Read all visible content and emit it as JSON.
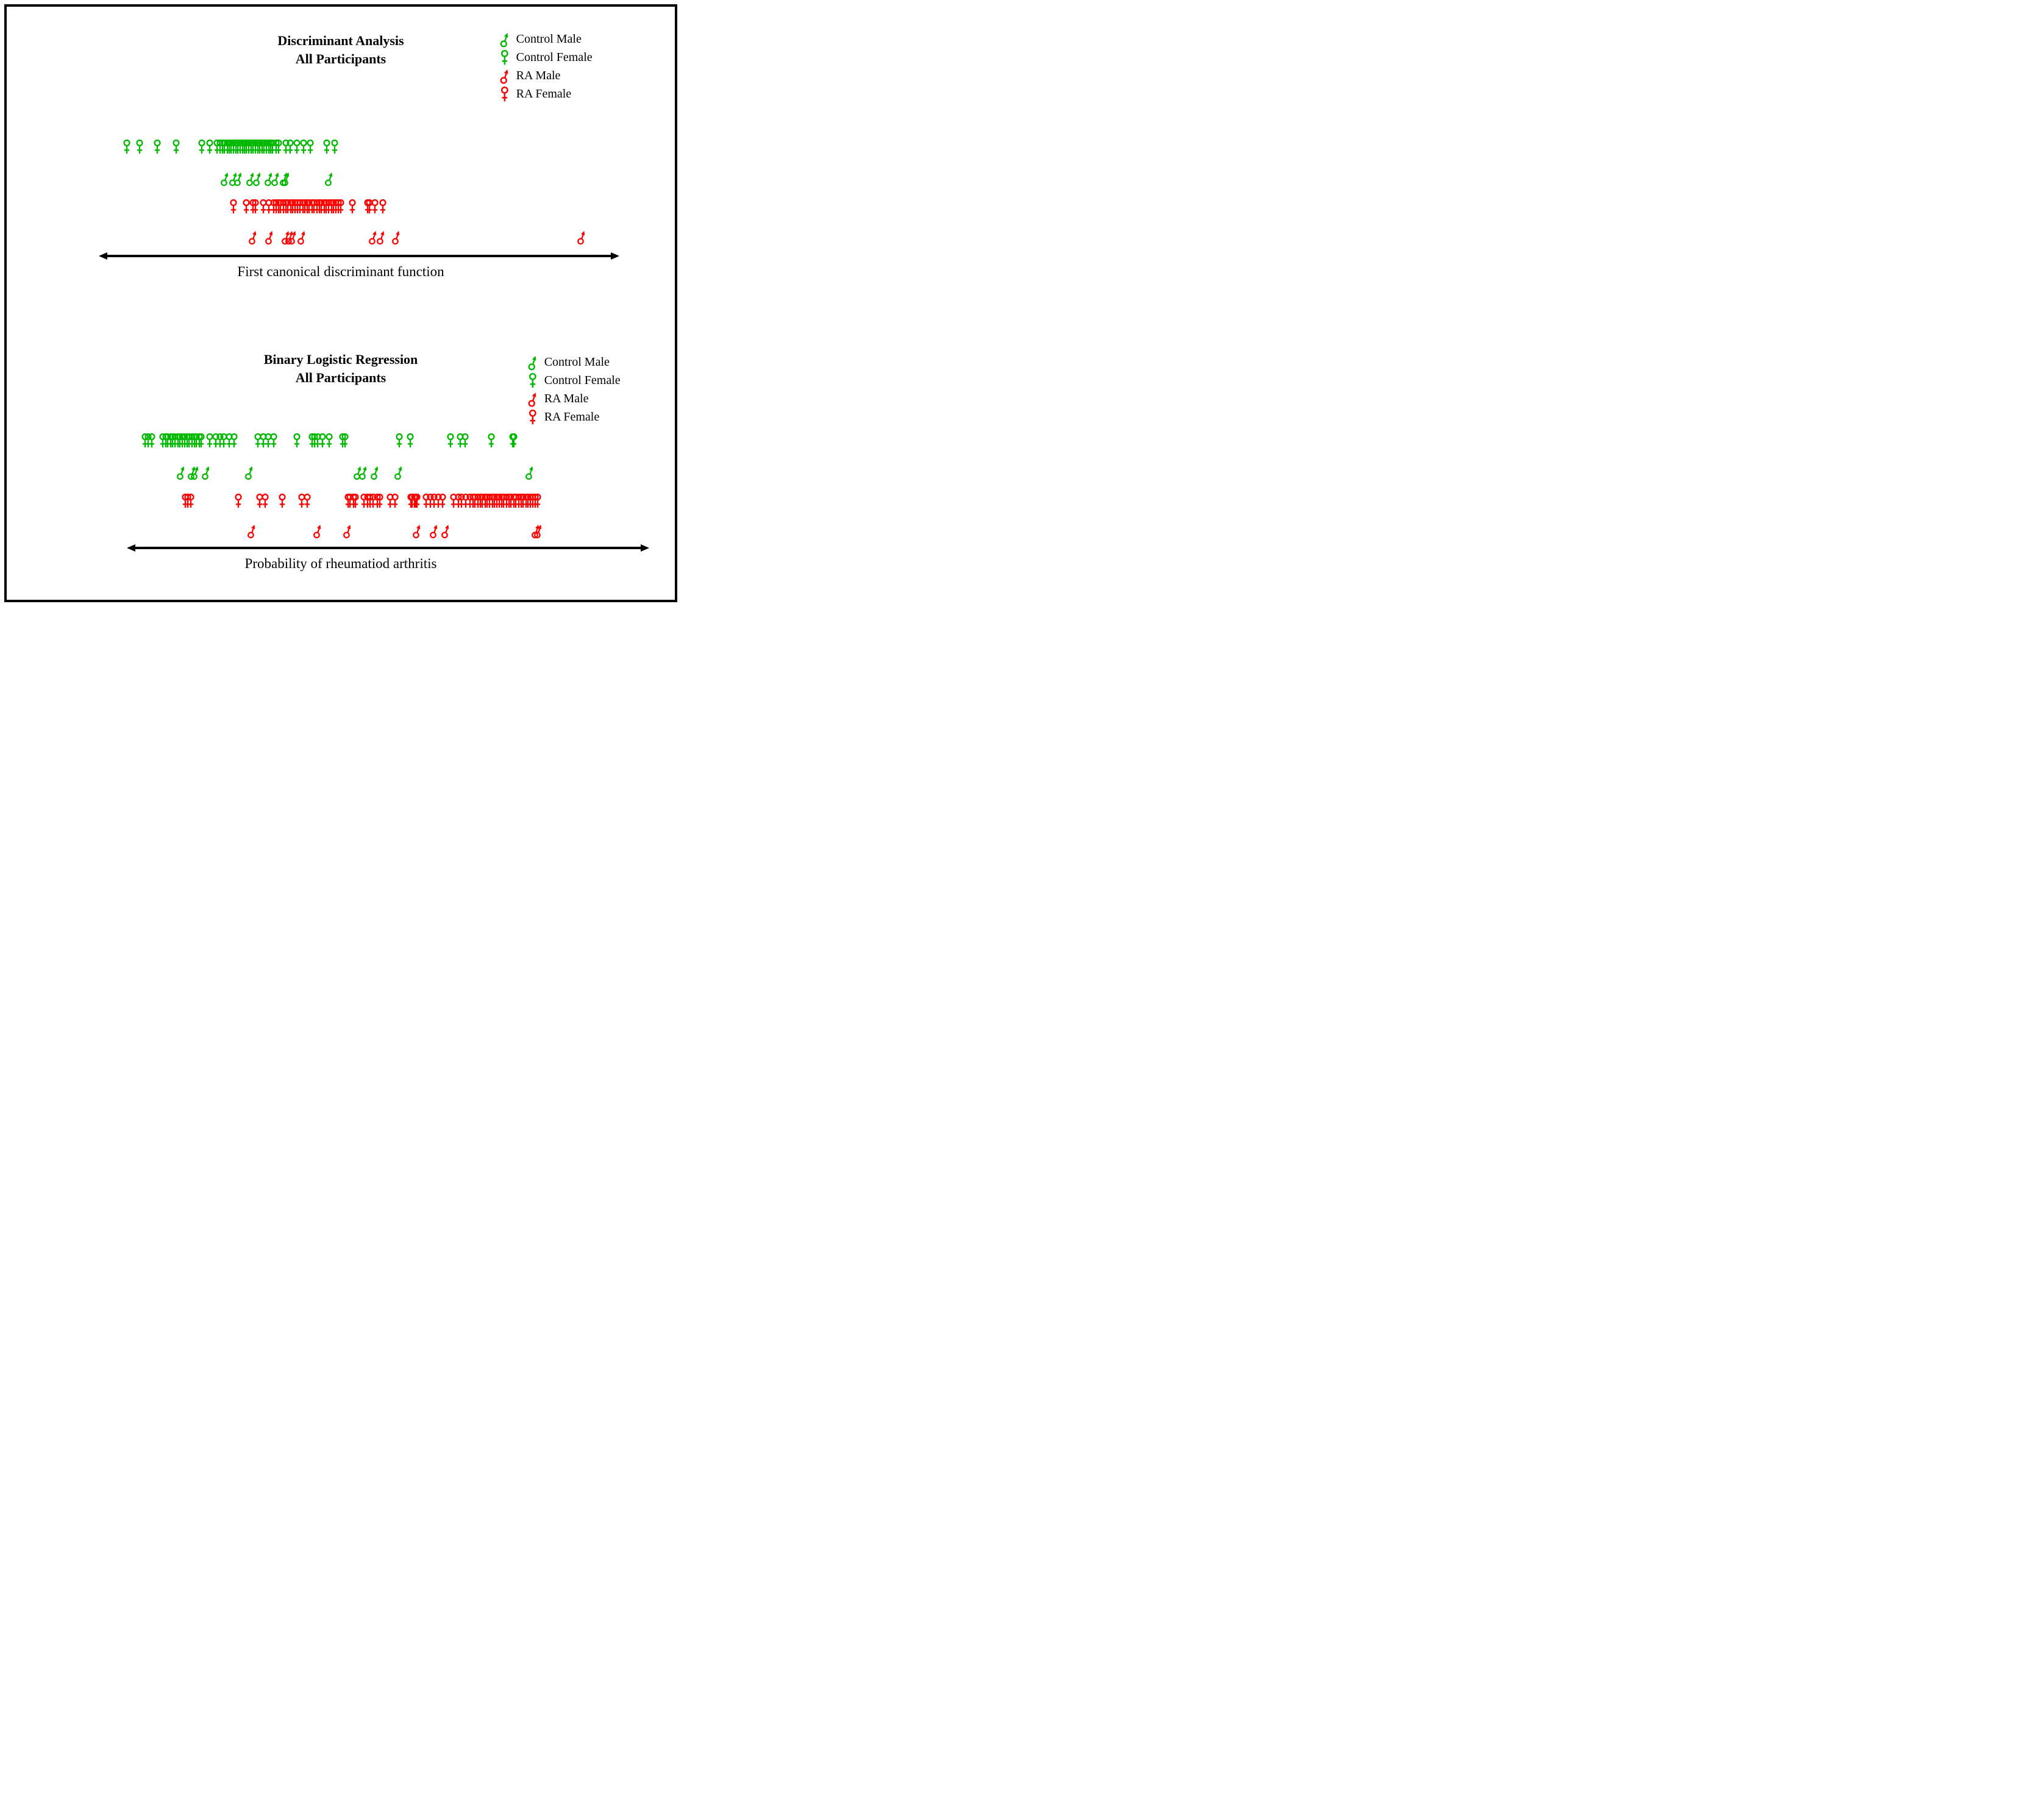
{
  "colors": {
    "control": "#00b800",
    "ra": "#fe0000",
    "axis": "#000000",
    "text": "#000000",
    "background": "#ffffff"
  },
  "panels": [
    {
      "title_line1": "Discriminant Analysis",
      "title_line2": "All Participants",
      "axis_label": "First canonical discriminant function",
      "legend": [
        {
          "label": "Control Male"
        },
        {
          "label": "Control Female"
        },
        {
          "label": "RA Male"
        },
        {
          "label": "RA Female"
        }
      ]
    },
    {
      "title_line1": "Binary Logistic Regression",
      "title_line2": "All Participants",
      "axis_label": "Probability of rheumatiod arthritis",
      "legend": [
        {
          "label": "Control Male"
        },
        {
          "label": "Control Female"
        },
        {
          "label": "RA Male"
        },
        {
          "label": "RA Female"
        }
      ]
    }
  ],
  "chart_data": [
    {
      "type": "scatter",
      "title": "Discriminant Analysis All Participants",
      "xlabel": "First canonical discriminant function",
      "x_axis": {
        "tick_labels": "none",
        "style": "double-headed arrow"
      },
      "axis_arrow": {
        "x1_percent": 14.9,
        "x2_percent": 90.6,
        "y_percent": 42.0
      },
      "series": [
        {
          "key": "control-female",
          "name": "Control Female",
          "symbol": "female",
          "color_key": "control",
          "y_percent": 23.6,
          "x_percent": [
            18.0,
            19.9,
            22.5,
            25.4,
            29.2,
            30.4,
            31.5,
            31.9,
            32.3,
            32.6,
            33.0,
            33.3,
            33.6,
            33.9,
            34.3,
            34.6,
            34.9,
            35.3,
            35.6,
            35.9,
            36.2,
            36.6,
            36.9,
            37.2,
            37.6,
            37.9,
            38.2,
            38.5,
            38.9,
            39.2,
            39.5,
            39.8,
            40.3,
            40.7,
            41.8,
            42.4,
            43.4,
            44.4,
            45.4,
            47.9,
            49.1
          ]
        },
        {
          "key": "control-male",
          "name": "Control Male",
          "symbol": "male",
          "color_key": "control",
          "y_percent": 29.0,
          "x_percent": [
            32.7,
            33.9,
            34.7,
            36.5,
            37.5,
            39.2,
            40.2,
            41.5,
            41.8,
            48.3
          ]
        },
        {
          "key": "ra-female",
          "name": "RA Female",
          "symbol": "female",
          "color_key": "ra",
          "y_percent": 33.7,
          "x_percent": [
            33.9,
            35.9,
            36.9,
            37.2,
            38.4,
            39.2,
            40.0,
            40.3,
            40.7,
            41.0,
            41.4,
            41.8,
            42.1,
            42.5,
            42.8,
            43.2,
            43.5,
            43.9,
            44.3,
            44.6,
            45.0,
            45.3,
            45.7,
            46.0,
            46.4,
            46.8,
            47.1,
            47.5,
            47.8,
            48.2,
            48.6,
            48.9,
            49.3,
            49.6,
            50.0,
            51.7,
            54.0,
            54.3,
            55.1,
            56.3
          ]
        },
        {
          "key": "ra-male",
          "name": "RA Male",
          "symbol": "male",
          "color_key": "ra",
          "y_percent": 38.8,
          "x_percent": [
            36.9,
            39.3,
            41.8,
            42.3,
            42.8,
            44.2,
            54.8,
            56.0,
            58.3,
            86.0
          ]
        }
      ]
    },
    {
      "type": "scatter",
      "title": "Binary Logistic Regression All Participants",
      "xlabel": "Probability of rheumatiod arthritis",
      "x_axis": {
        "tick_labels": "none",
        "style": "double-headed arrow"
      },
      "axis_arrow": {
        "x1_percent": 19.1,
        "x2_percent": 95.1,
        "y_percent": 91.3
      },
      "series": [
        {
          "key": "control-female",
          "name": "Control Female",
          "symbol": "female",
          "color_key": "control",
          "y_percent": 73.2,
          "x_percent": [
            20.7,
            21.2,
            21.7,
            23.4,
            23.8,
            24.1,
            24.5,
            24.8,
            25.2,
            25.6,
            25.9,
            26.3,
            26.6,
            27.0,
            27.3,
            27.7,
            28.1,
            28.4,
            28.8,
            29.1,
            30.4,
            31.3,
            31.9,
            32.5,
            33.3,
            34.0,
            37.6,
            38.4,
            39.1,
            40.0,
            43.4,
            45.7,
            46.1,
            46.5,
            47.3,
            48.3,
            50.3,
            50.6,
            58.8,
            60.4,
            66.4,
            67.9,
            68.6,
            72.5,
            75.7,
            75.9
          ]
        },
        {
          "key": "control-male",
          "name": "Control Male",
          "symbol": "male",
          "color_key": "control",
          "y_percent": 78.5,
          "x_percent": [
            26.1,
            27.7,
            28.2,
            29.8,
            36.3,
            52.6,
            53.4,
            55.1,
            58.7,
            78.3
          ]
        },
        {
          "key": "ra-female",
          "name": "RA Female",
          "symbol": "female",
          "color_key": "ra",
          "y_percent": 83.4,
          "x_percent": [
            26.7,
            27.1,
            27.6,
            34.7,
            37.9,
            38.7,
            41.2,
            44.2,
            45.0,
            51.1,
            51.4,
            51.9,
            52.2,
            53.5,
            54.0,
            54.4,
            54.8,
            55.5,
            55.8,
            57.4,
            58.1,
            60.5,
            60.7,
            61.0,
            61.2,
            61.4,
            62.8,
            63.4,
            64.0,
            64.6,
            65.2,
            66.9,
            67.6,
            68.1,
            68.7,
            69.3,
            69.8,
            70.1,
            70.5,
            70.9,
            71.2,
            71.6,
            71.9,
            72.3,
            72.7,
            73.0,
            73.4,
            73.7,
            74.1,
            74.4,
            74.8,
            75.2,
            75.5,
            75.9,
            76.2,
            76.6,
            77.0,
            77.3,
            77.7,
            78.0,
            78.4,
            78.7,
            79.1,
            79.5
          ]
        },
        {
          "key": "ra-male",
          "name": "RA Male",
          "symbol": "male",
          "color_key": "ra",
          "y_percent": 88.4,
          "x_percent": [
            36.7,
            46.5,
            51.0,
            61.4,
            64.0,
            65.7,
            79.2,
            79.6
          ]
        }
      ]
    }
  ]
}
